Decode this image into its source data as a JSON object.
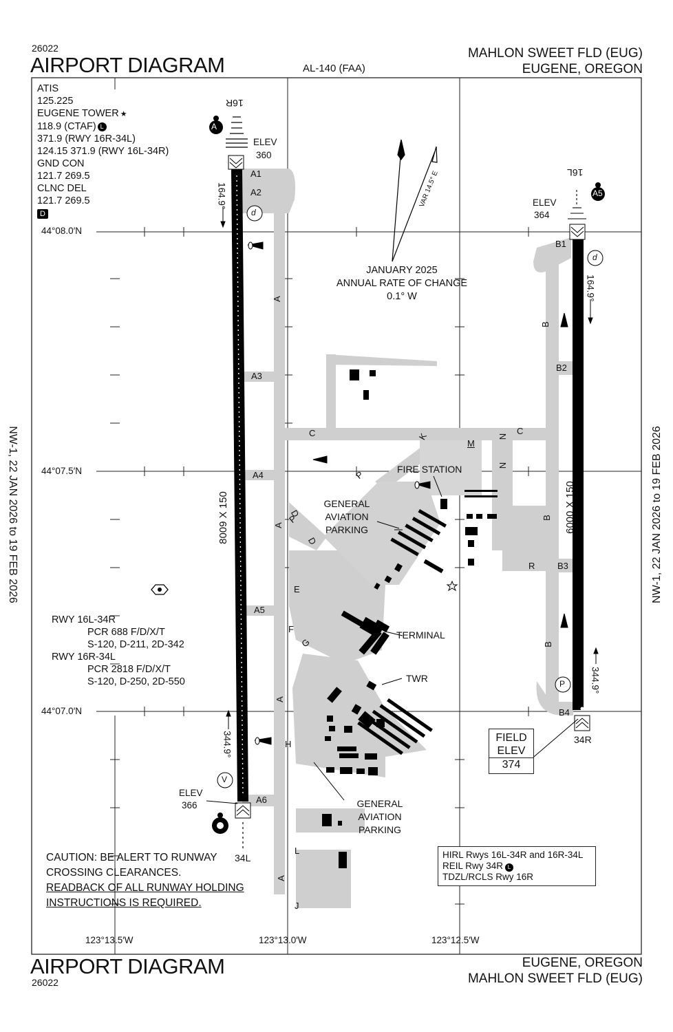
{
  "header": {
    "chart_number": "26022",
    "title": "AIRPORT DIAGRAM",
    "procedure_id": "AL-140 (FAA)",
    "airport_name": "MAHLON SWEET FLD (EUG)",
    "city_state": "EUGENE, OREGON"
  },
  "footer": {
    "title": "AIRPORT DIAGRAM",
    "chart_number": "26022",
    "city_state": "EUGENE, OREGON",
    "airport_name": "MAHLON SWEET FLD (EUG)"
  },
  "effective_dates": "NW-1, 22 JAN 2026 to 19 FEB 2026",
  "frequencies": [
    "ATIS",
    "125.225",
    "EUGENE TOWER",
    "118.9 (CTAF)",
    "371.9 (RWY 16R-34L)",
    "124.15  371.9 (RWY 16L-34R)",
    "GND CON",
    "121.7  269.5",
    "CLNC DEL",
    "121.7  269.5"
  ],
  "markers": {
    "star": "★",
    "lahso": "L",
    "d": "D",
    "a": "A",
    "a5": "A5",
    "v": "V",
    "p": "P",
    "d_circle": "d"
  },
  "magnetic": {
    "variation": "VAR 14.5° E",
    "variation_letter": "E",
    "change_date": "JANUARY 2025",
    "change_label": "ANNUAL RATE OF CHANGE",
    "change_value": "0.1° W"
  },
  "coordinates": {
    "lat_top": "44°08.0′N",
    "lat_mid": "44°07.5′N",
    "lat_bottom": "44°07.0′N",
    "lon_left": "123°13.5′W",
    "lon_mid": "123°13.0′W",
    "lon_right": "123°12.5′W"
  },
  "runways": {
    "west": {
      "north_end": "16R",
      "south_end": "34L",
      "heading_north": "164.9°",
      "heading_south": "344.9°",
      "dimensions": "8009 X 150",
      "elev_north_label": "ELEV",
      "elev_north": "360",
      "elev_south_label": "ELEV",
      "elev_south": "366"
    },
    "east": {
      "north_end": "16L",
      "south_end": "34R",
      "heading_north": "164.9°",
      "heading_south": "344.9°",
      "dimensions": "6000 X 150",
      "elev_north_label": "ELEV",
      "elev_north": "364"
    }
  },
  "taxiways": {
    "A1": "A1",
    "A2": "A2",
    "A3": "A3",
    "A4": "A4",
    "A5": "A5",
    "A6": "A6",
    "A": "A",
    "B": "B",
    "B1": "B1",
    "B2": "B2",
    "B3": "B3",
    "B4": "B4",
    "C": "C",
    "D": "D",
    "E": "E",
    "F": "F",
    "G": "G",
    "H": "H",
    "J": "J",
    "K": "K",
    "L": "L",
    "M": "M",
    "N": "N",
    "P": "P",
    "R": "R"
  },
  "labels": {
    "fire_station": "FIRE STATION",
    "ga_parking_line1": "GENERAL",
    "ga_parking_line2": "AVIATION",
    "ga_parking_line3": "PARKING",
    "terminal": "TERMINAL",
    "twr": "TWR"
  },
  "pcr": [
    "RWY 16L-34R",
    "PCR 688 F/D/X/T",
    "S-120, D-211, 2D-342",
    "RWY 16R-34L",
    "PCR 2818 F/D/X/T",
    "S-120, D-250, 2D-550"
  ],
  "caution": {
    "line1": "CAUTION: BE ALERT TO RUNWAY",
    "line2": "CROSSING CLEARANCES.",
    "line3": "READBACK OF ALL RUNWAY HOLDING",
    "line4": "INSTRUCTIONS IS REQUIRED."
  },
  "lighting": {
    "line1": "HIRL Rwys 16L-34R and 16R-34L",
    "line2": "REIL Rwy 34R",
    "line3": "TDZL/RCLS Rwy 16R"
  },
  "field_elev": {
    "line1": "FIELD",
    "line2": "ELEV",
    "value": "374"
  }
}
